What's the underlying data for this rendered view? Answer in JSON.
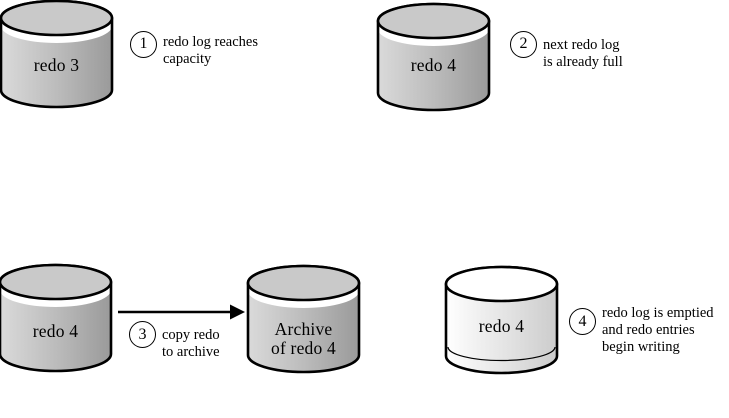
{
  "diagram": {
    "title_hint": "redo log lifecycle",
    "colors": {
      "outline": "#000000",
      "full_top_fill": "#c9c9c9",
      "full_body_left": "#dadada",
      "full_body_mid": "#bcbcbc",
      "full_body_right": "#9a9a9a",
      "empty_top_fill": "#ffffff",
      "empty_body_left": "#ffffff",
      "empty_body_right": "#cccccc",
      "rim_fill": "#ffffff"
    },
    "cylinders": [
      {
        "label": "redo 3",
        "state": "full"
      },
      {
        "label": "redo 4",
        "state": "full"
      },
      {
        "label": "redo 4",
        "state": "full"
      },
      {
        "label_line1": "Archive",
        "label_line2": "of redo 4",
        "state": "full"
      },
      {
        "label": "redo 4",
        "state": "empty"
      }
    ],
    "steps": [
      {
        "number": "1",
        "line1": "redo log reaches",
        "line2": "capacity"
      },
      {
        "number": "2",
        "line1": "next redo log",
        "line2": "is already full"
      },
      {
        "number": "3",
        "line1": "copy redo",
        "line2": "to archive"
      },
      {
        "number": "4",
        "line1": "redo log is emptied",
        "line2": "and redo entries",
        "line3": "begin writing"
      }
    ]
  }
}
